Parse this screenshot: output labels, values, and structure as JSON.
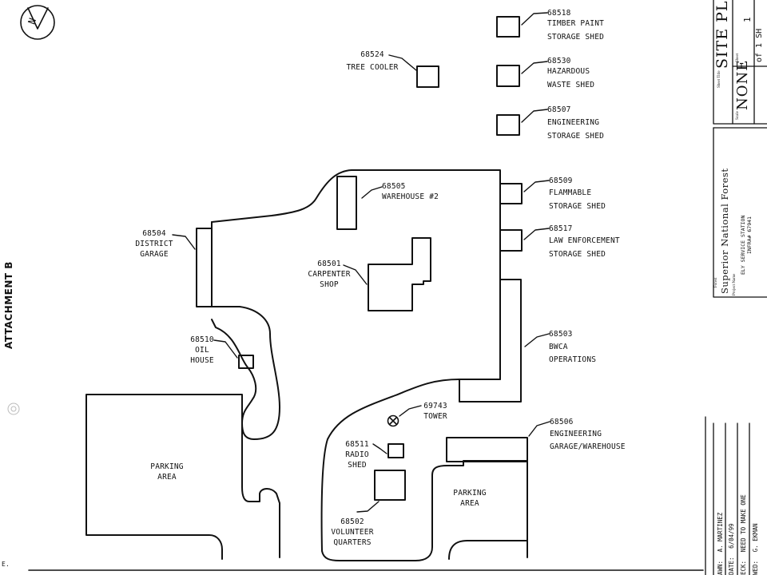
{
  "attachment_label": "ATTACHMENT B",
  "north_arrow_letter": "N",
  "buildings": [
    {
      "key": "b68518",
      "number": "68518",
      "lines": [
        "TIMBER PAINT",
        "STORAGE SHED"
      ]
    },
    {
      "key": "b68524",
      "number": "68524",
      "lines": [
        "TREE COOLER"
      ]
    },
    {
      "key": "b68530",
      "number": "68530",
      "lines": [
        "HAZARDOUS",
        "WASTE SHED"
      ]
    },
    {
      "key": "b68507",
      "number": "68507",
      "lines": [
        "ENGINEERING",
        "STORAGE SHED"
      ]
    },
    {
      "key": "b68505",
      "number": "68505",
      "lines": [
        "WAREHOUSE #2"
      ]
    },
    {
      "key": "b68509",
      "number": "68509",
      "lines": [
        "FLAMMABLE",
        "STORAGE SHED"
      ]
    },
    {
      "key": "b68504",
      "number": "68504",
      "lines": [
        "DISTRICT",
        "GARAGE"
      ]
    },
    {
      "key": "b68517",
      "number": "68517",
      "lines": [
        "LAW ENFORCEMENT",
        "STORAGE SHED"
      ]
    },
    {
      "key": "b68501",
      "number": "68501",
      "lines": [
        "CARPENTER",
        "SHOP"
      ]
    },
    {
      "key": "b68503",
      "number": "68503",
      "lines": [
        "BWCA",
        "OPERATIONS"
      ]
    },
    {
      "key": "b68510",
      "number": "68510",
      "lines": [
        "OIL",
        "HOUSE"
      ]
    },
    {
      "key": "b69743",
      "number": "69743",
      "lines": [
        "TOWER"
      ]
    },
    {
      "key": "b68506",
      "number": "68506",
      "lines": [
        "ENGINEERING",
        "GARAGE/WAREHOUSE"
      ]
    },
    {
      "key": "b68511",
      "number": "68511",
      "lines": [
        "RADIO",
        "SHED"
      ]
    },
    {
      "key": "b68502",
      "number": "68502",
      "lines": [
        "VOLUNTEER",
        "QUARTERS"
      ]
    }
  ],
  "parking": [
    {
      "lines": [
        "PARKING",
        "AREA"
      ]
    },
    {
      "lines": [
        "PARKING",
        "AREA"
      ]
    }
  ],
  "title_block": {
    "sheet_title_label": "Sheet Title",
    "sheet_title": "SITE PL",
    "sheet_label": "Sheet",
    "sheet_number": "1",
    "scale_label": "Scale",
    "scale": "NONE",
    "sheet_of": "of 1 SH",
    "forest_label": "Forest",
    "forest": "Superior National Forest",
    "project_label": "Project Name",
    "project_name": "ELY SERVICE STATION",
    "infra": "INFRA# 67941",
    "revisions": [
      {
        "label": "AWN:",
        "value": "A. MARTINEZ"
      },
      {
        "label": "DATE:",
        "value": "6/04/99"
      },
      {
        "label": "ECK:",
        "value": "NEED TO MAKE ONE"
      },
      {
        "label": "WED:",
        "value": "G. EKMAN"
      }
    ]
  },
  "corner_mark": "E."
}
